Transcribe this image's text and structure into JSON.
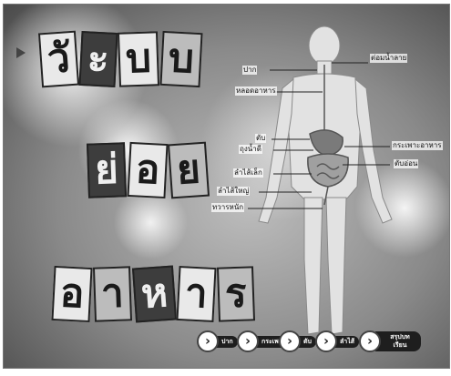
{
  "title": {
    "row1": [
      "วั",
      "ะ",
      "บ",
      "บ"
    ],
    "row2": [
      "ย่",
      "อ",
      "ย"
    ],
    "row3": [
      "อ",
      "า",
      "ห",
      "า",
      "ร"
    ]
  },
  "labels": {
    "mouth": "ปาก",
    "salivary": "ต่อมน้ำลาย",
    "esophagus": "หลอดอาหาร",
    "liver": "ตับ",
    "gallbladder": "ถุงน้ำดี",
    "stomach": "กระเพาะอาหาร",
    "pancreas": "ตับอ่อน",
    "small_intestine": "ลำไส้เล็ก",
    "large_intestine": "ลำไส้ใหญ่",
    "rectum": "ทวารหนัก"
  },
  "nav": [
    {
      "label": "ปาก"
    },
    {
      "label": "กระเพาะ"
    },
    {
      "label": "ตับ"
    },
    {
      "label": "ลำไส้"
    },
    {
      "label": "สรุปบทเรียน"
    }
  ]
}
